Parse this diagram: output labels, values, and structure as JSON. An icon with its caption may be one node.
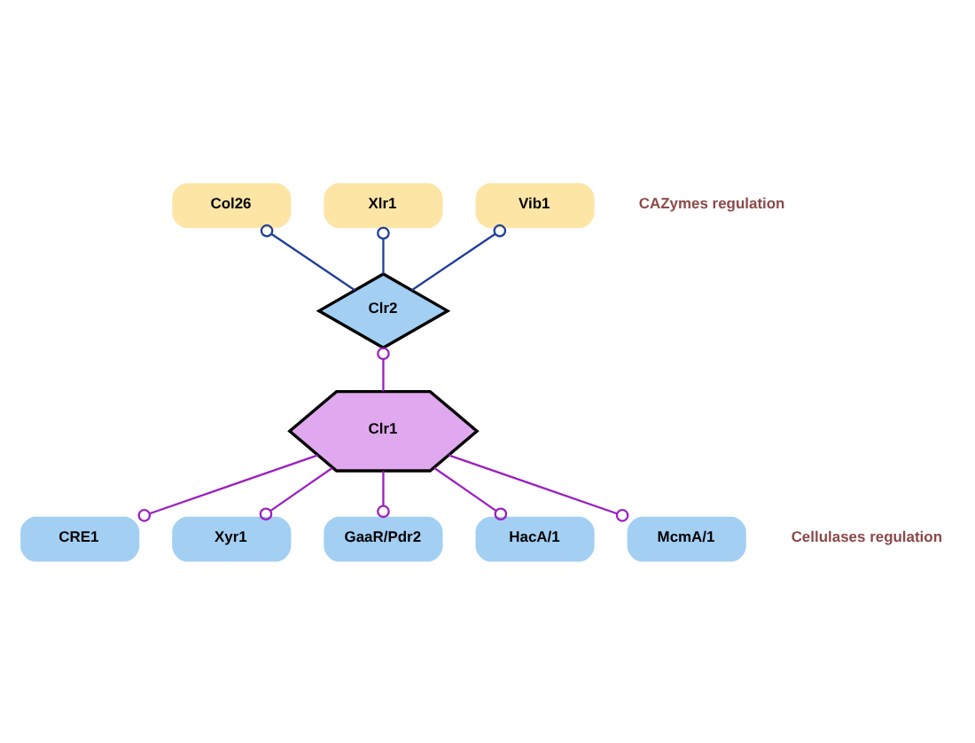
{
  "diagram": {
    "nodes": [
      {
        "text": [
          "Col26"
        ]
      },
      {
        "text": [
          "Xlr1"
        ]
      },
      {
        "text": [
          "Vib1"
        ]
      },
      {
        "text": [
          "Clr2"
        ]
      },
      {
        "text": [
          "Clr1"
        ]
      },
      {
        "text": [
          "CRE1"
        ]
      },
      {
        "text": [
          "Xyr1"
        ]
      },
      {
        "text": [
          "GaaR/Pdr2"
        ]
      },
      {
        "text": [
          "HacA/1"
        ]
      },
      {
        "text": [
          "McmA/1"
        ]
      }
    ],
    "edges": [
      {
        "from": 3,
        "to": 0,
        "arrow": "other",
        "color": "#1f3f99"
      },
      {
        "from": 3,
        "to": 1,
        "arrow": "other",
        "color": "#1f3f99"
      },
      {
        "from": 3,
        "to": 2,
        "arrow": "other",
        "color": "#1f3f99"
      },
      {
        "from": 4,
        "to": 3,
        "arrow": "other"
      },
      {
        "from": 4,
        "to": 5,
        "arrow": "other"
      },
      {
        "from": 4,
        "to": 6,
        "arrow": "other"
      },
      {
        "from": 4,
        "to": 7,
        "arrow": "other"
      },
      {
        "from": 4,
        "to": 8,
        "arrow": "other"
      },
      {
        "from": 4,
        "to": 9,
        "arrow": "other"
      }
    ],
    "labels": [
      "CAZymes regulation",
      "Cellulases regulation"
    ]
  }
}
